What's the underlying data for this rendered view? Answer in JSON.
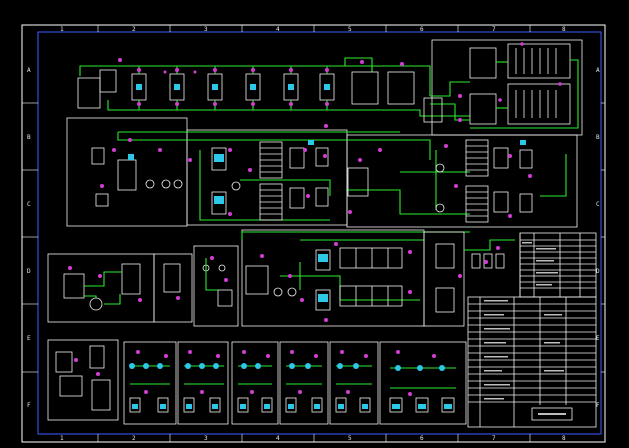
{
  "drawing": {
    "column_labels": [
      "1",
      "2",
      "3",
      "4",
      "5",
      "6",
      "7",
      "8"
    ],
    "row_labels": [
      "A",
      "B",
      "C",
      "D",
      "E",
      "F"
    ]
  },
  "colors": {
    "background": "#000000",
    "frame": "#3c5cff",
    "outline": "#f2f2f2",
    "pipe": "#2bea2b",
    "valve": "#d23fd2",
    "instrument": "#2bc8e8"
  },
  "icons": [
    "tank-icon",
    "filter-column-icon",
    "pump-icon",
    "valve-icon",
    "membrane-module-icon",
    "heat-exchanger-icon"
  ]
}
